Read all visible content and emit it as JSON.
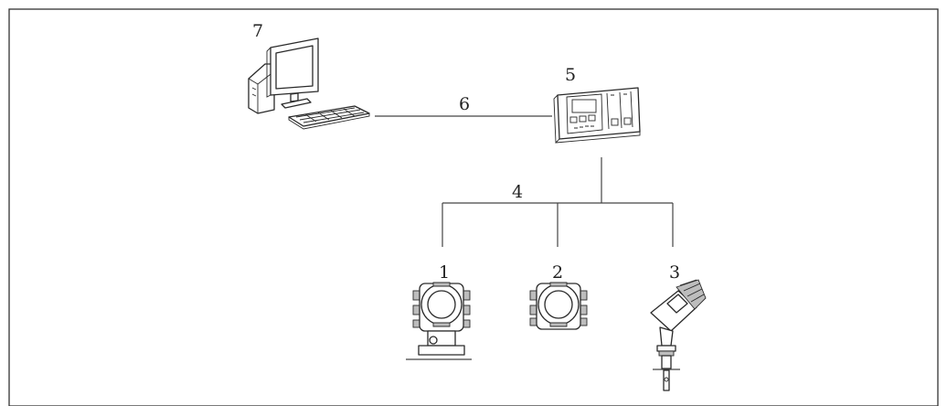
{
  "labels": {
    "device_1": "1",
    "device_2": "2",
    "device_3": "3",
    "field_bus": "4",
    "controller": "5",
    "link": "6",
    "computer": "7"
  }
}
